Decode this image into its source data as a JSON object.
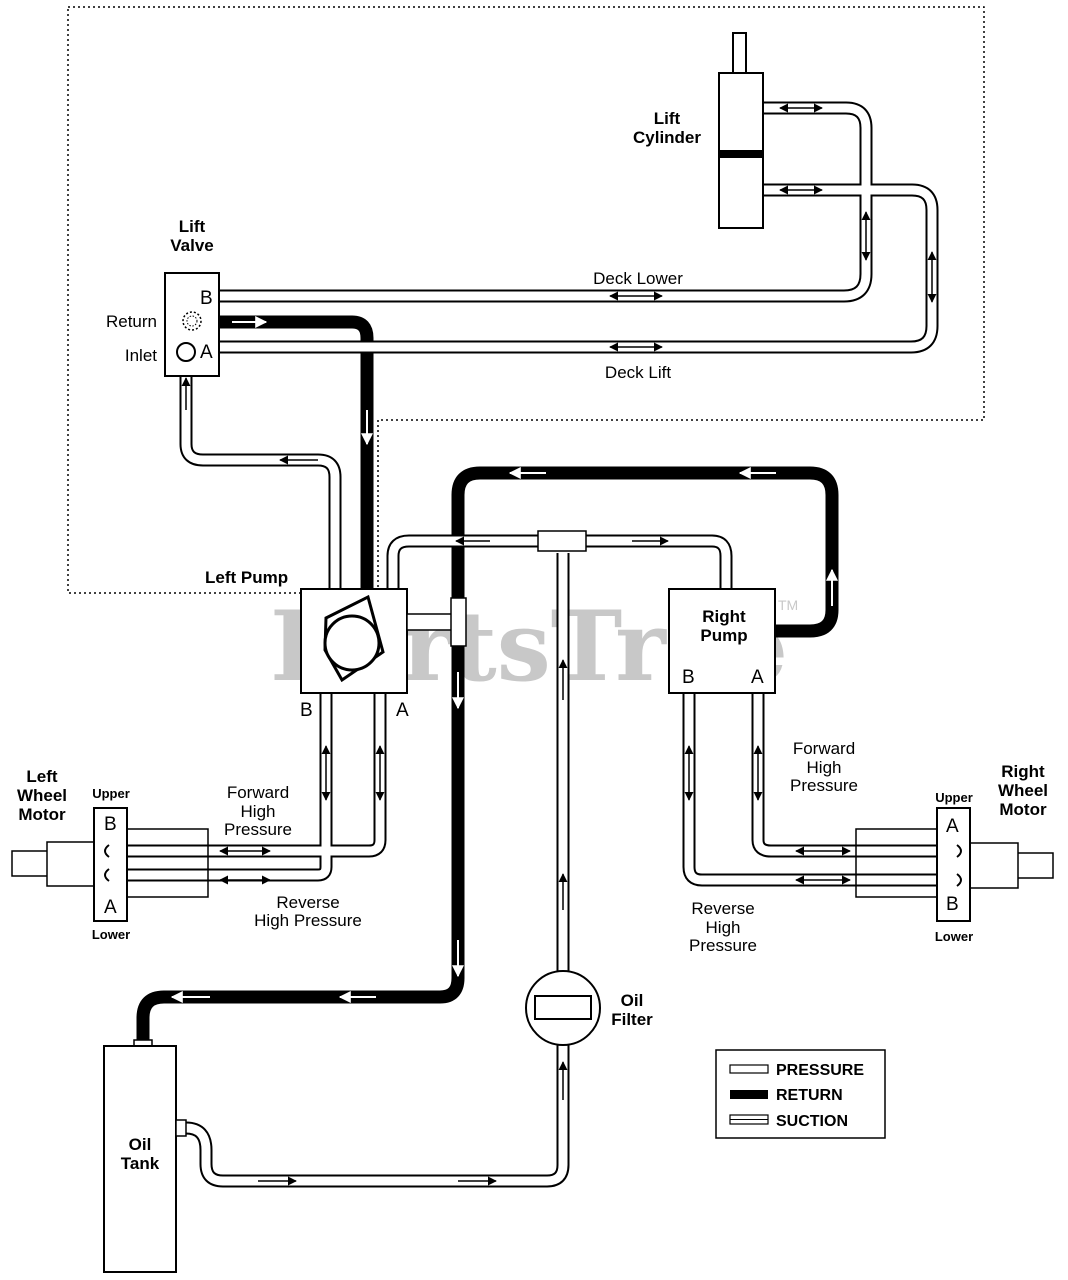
{
  "watermark": {
    "text": "PartsTree",
    "mark": "TM"
  },
  "components": {
    "lift_cylinder": {
      "line1": "Lift",
      "line2": "Cylinder"
    },
    "lift_valve": {
      "line1": "Lift",
      "line2": "Valve",
      "port_b": "B",
      "port_a": "A",
      "return_label": "Return",
      "inlet_label": "Inlet"
    },
    "left_pump": {
      "label": "Left Pump",
      "port_b": "B",
      "port_a": "A"
    },
    "right_pump": {
      "line1": "Right",
      "line2": "Pump",
      "port_b": "B",
      "port_a": "A"
    },
    "left_wheel_motor": {
      "line1": "Left",
      "line2": "Wheel",
      "line3": "Motor",
      "upper": "Upper",
      "lower": "Lower",
      "port_b": "B",
      "port_a": "A"
    },
    "right_wheel_motor": {
      "line1": "Right",
      "line2": "Wheel",
      "line3": "Motor",
      "upper": "Upper",
      "lower": "Lower",
      "port_a": "A",
      "port_b": "B"
    },
    "oil_filter": {
      "line1": "Oil",
      "line2": "Filter"
    },
    "oil_tank": {
      "line1": "Oil",
      "line2": "Tank"
    }
  },
  "lines": {
    "deck_lower": "Deck Lower",
    "deck_lift": "Deck Lift",
    "left_forward": {
      "line1": "Forward",
      "line2": "High",
      "line3": "Pressure"
    },
    "left_reverse": {
      "line1": "Reverse",
      "line2": "High Pressure"
    },
    "right_forward": {
      "line1": "Forward",
      "line2": "High",
      "line3": "Pressure"
    },
    "right_reverse": {
      "line1": "Reverse",
      "line2": "High",
      "line3": "Pressure"
    }
  },
  "legend": {
    "items": [
      {
        "label": "PRESSURE",
        "style": "pressure"
      },
      {
        "label": "RETURN",
        "style": "return"
      },
      {
        "label": "SUCTION",
        "style": "suction"
      }
    ]
  }
}
